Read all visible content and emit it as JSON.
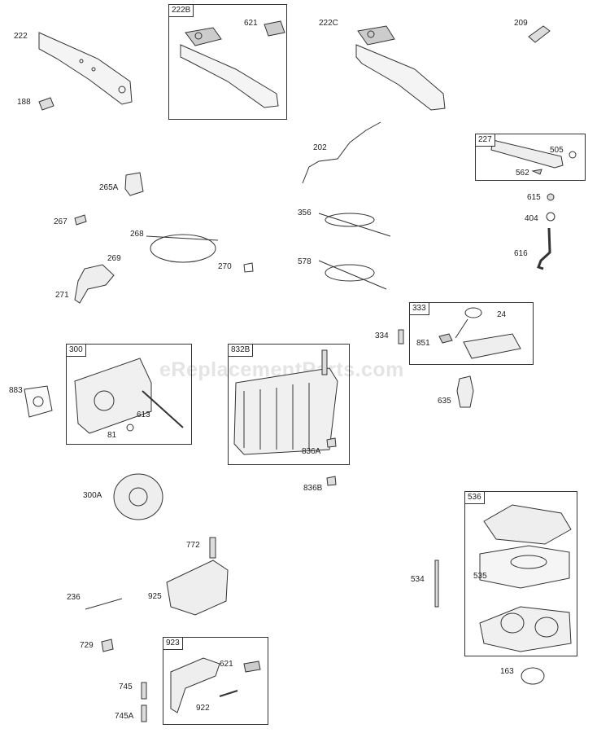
{
  "watermark": "eReplacementParts.com",
  "boxes": {
    "b222B": "222B",
    "b227": "227",
    "b333": "333",
    "b300": "300",
    "b832B": "832B",
    "b536": "536",
    "b923": "923"
  },
  "labels": {
    "l222": "222",
    "l188": "188",
    "l621a": "621",
    "l222C": "222C",
    "l209": "209",
    "l202": "202",
    "l505": "505",
    "l562": "562",
    "l615": "615",
    "l404": "404",
    "l616": "616",
    "l265A": "265A",
    "l267": "267",
    "l268": "268",
    "l269": "269",
    "l270": "270",
    "l271": "271",
    "l356": "356",
    "l578": "578",
    "l24": "24",
    "l334": "334",
    "l851": "851",
    "l635": "635",
    "l883": "883",
    "l613": "613",
    "l81": "81",
    "l836A": "836A",
    "l836B": "836B",
    "l300A": "300A",
    "l772": "772",
    "l236": "236",
    "l925": "925",
    "l729": "729",
    "l621b": "621",
    "l745": "745",
    "l922": "922",
    "l745A": "745A",
    "l534": "534",
    "l535": "535",
    "l163": "163"
  }
}
